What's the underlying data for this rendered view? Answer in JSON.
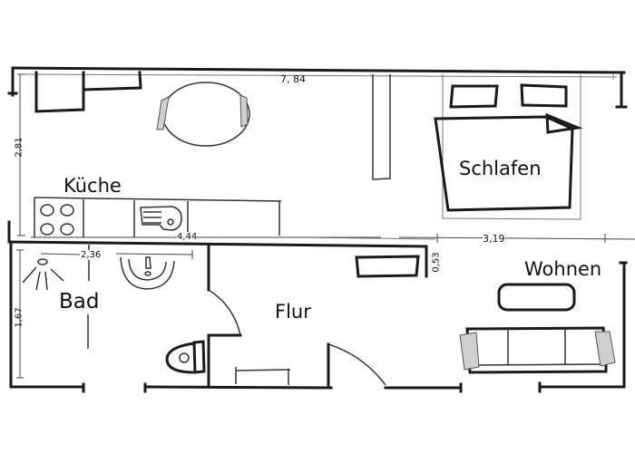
{
  "plan": {
    "title": "",
    "rooms": {
      "kitchen": "Küche",
      "bedroom": "Schlafen",
      "bathroom": "Bad",
      "hallway": "Flur",
      "living": "Wohnen"
    },
    "dimensions": {
      "total_width": "7, 84",
      "upper_height": "2,81",
      "kitchen_width": "4,44",
      "bath_width": "2,36",
      "bath_height": "1,67",
      "hall_cabinet_depth": "0,53",
      "bedroom_width": "3,19"
    },
    "colors": {
      "ink": "#1a1a1a",
      "paper": "#ffffff"
    }
  }
}
